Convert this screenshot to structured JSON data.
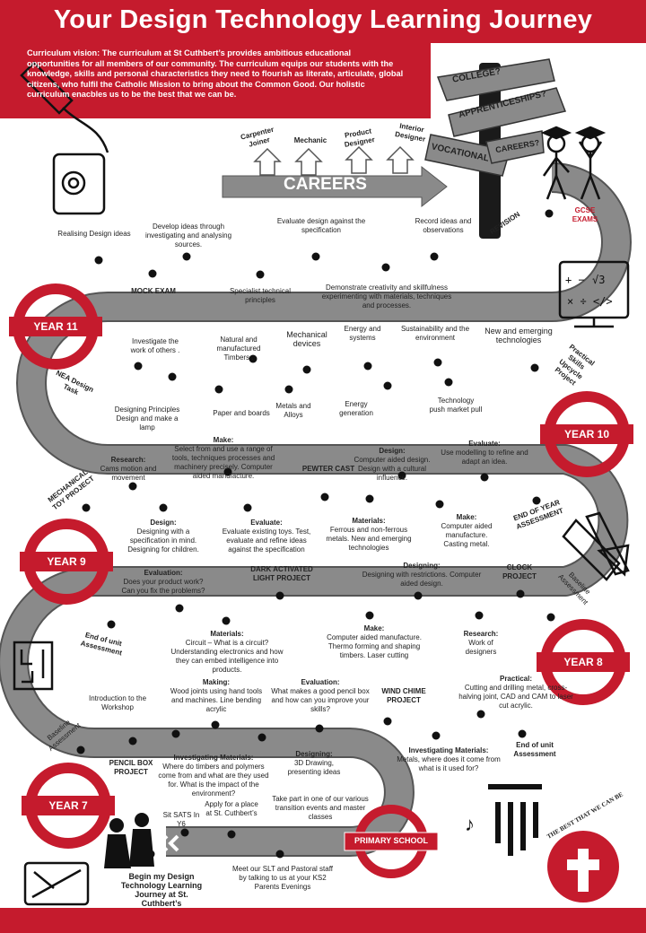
{
  "title": "Your Design Technology Learning Journey",
  "vision": "Curriculum vision:  The curriculum  at St Cuthbert’s provides ambitious educational opportunities  for all members of our community. The curriculum equips our students with the knowledge, skills and personal characteristics they need to flourish as literate, articulate, global citizens, who fulfil the Catholic Mission to bring about the Common Good. Our holistic curriculum enacbles us to be the best that we can be.",
  "colors": {
    "red": "#c51b2d",
    "road": "#8a8a8a",
    "road_edge": "#555555",
    "dark": "#111111"
  },
  "signpost": {
    "college": "COLLEGE?",
    "apprenticeships": "APPRENTICESHIPS?",
    "vocational": "VOCATIONAL",
    "careers": "CAREERS?"
  },
  "careers": {
    "label": "CAREERS",
    "jobs": [
      "Carpenter Joiner",
      "Mechanic",
      "Product Designer",
      "Interior Designer"
    ]
  },
  "gcse": "GCSE EXAMS",
  "revision": "REVISION",
  "year_badges": [
    "YEAR 11",
    "YEAR 10",
    "YEAR 9",
    "YEAR 8",
    "YEAR 7"
  ],
  "primary_school": "PRIMARY SCHOOL",
  "motto": "THE BEST THAT WE CAN BE",
  "y11": {
    "realising": "Realising Design ideas",
    "develop": "Develop ideas through investigating and analysing sources.",
    "evaluate": "Evaluate design against the specification",
    "record": "Record ideas and observations",
    "mock": "MOCK EXAM",
    "specialist": "Specialist technical principles",
    "demonstrate": "Demonstrate creativity and skillfulness experimenting with materials, techniques and processes."
  },
  "y10": {
    "nea": "NEA Design Task",
    "investigate": "Investigate the work of others .",
    "natural": "Natural and manufactured Timbers .",
    "mechanical": "Mechanical devices",
    "energy_systems": "Energy and systems",
    "sustainability": "Sustainability and the environment",
    "new_tech": "New and emerging technologies",
    "practical": "Practical Skills Upcycle Project",
    "designing": "Designing Principles Design and make a lamp",
    "paper": "Paper and boards",
    "metals": "Metals and Alloys",
    "energy_gen": "Energy generation",
    "push": "Technology push market pull"
  },
  "y9": {
    "mech_toy": "MECHANICAL TOY PROJECT",
    "research_h": "Research:",
    "research": "Cams motion and movement",
    "make_h": "Make:",
    "make": "Select from and use a range of tools, techniques processes and machinery precisely. Computer aided manufacture.",
    "pewter": "PEWTER  CAST",
    "design_h": "Design:",
    "design": "Computer aided design. Design with a cultural influence.",
    "evaluate_h": "Evaluate:",
    "evaluate": "Use modelling to refine and adapt an idea.",
    "design2_h": "Design:",
    "design2": "Designing with a specification in mind. Designing for children.",
    "evaluate2_h": "Evaluate:",
    "evaluate2": "Evaluate existing toys. Test, evaluate and refine ideas against the specification",
    "materials_h": "Materials:",
    "materials": "Ferrous and non-ferrous metals. New and emerging  technologies",
    "make2_h": "Make:",
    "make2": "Computer aided manufacture. Casting metal.",
    "end": "END OF YEAR ASSESSMENT"
  },
  "y8": {
    "evaluation_h": "Evaluation:",
    "evaluation": "Does your product work? Can you fix the problems?",
    "dark": "DARK ACTIVATED LIGHT PROJECT",
    "designing_h": "Designing:",
    "designing": "Designing with restrictions. Computer aided  design.",
    "clock": "CLOCK PROJECT",
    "baseline": "Baseline Assessment",
    "end": "End of unit Assessment",
    "materials_h": "Materials:",
    "materials": "Circuit – What is a circuit? Understanding electronics and how they can embed intelligence  into products.",
    "make_h": "Make:",
    "make": "Computer aided manufacture. Thermo  forming and shaping timbers.  Laser cutting",
    "research_h": "Research:",
    "research": "Work of designers"
  },
  "y7": {
    "intro": "Introduction to the Workshop",
    "making_h": "Making:",
    "making": "Wood joints using hand tools and machines. Line bending acrylic",
    "evaluation_h": "Evaluation:",
    "evaluation": "What makes a good pencil box and how can you improve your skills?",
    "wind": "WIND CHIME PROJECT",
    "practical_h": "Practical:",
    "practical": "Cutting and drilling metal, cross-halving joint, CAD and CAM to laser cut acrylic.",
    "baseline": "Baseline Assessment",
    "pencil": "PENCIL BOX PROJECT",
    "invest_h": "Investigating  Materials:",
    "invest": "Where do timbers and polymers come from and what are they used for. What is the impact  of the environment?",
    "designing_h": "Designing:",
    "designing": "3D Drawing, presenting ideas",
    "invest2_h": "Investigating Materials:",
    "invest2": "Metals, where does it come from what is it used for?",
    "end": "End of unit Assessment"
  },
  "primary": {
    "sit": "Sit SATS In Y6",
    "apply": "Apply for a place at St. Cuthbert’s",
    "take": "Take part in one of our various transition events and master classes",
    "meet": "Meet  our SLT and Pastoral staff by talking to us at your KS2 Parents  Evenings",
    "begin": "Begin my Design Technology Learning Journey at St. Cuthbert’s"
  }
}
